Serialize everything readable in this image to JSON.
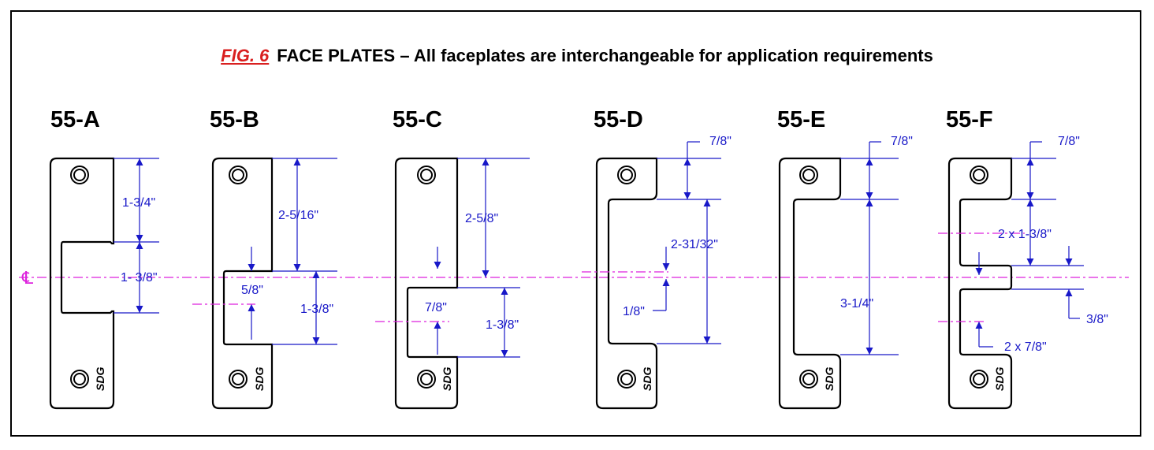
{
  "title": {
    "fig_ref": "FIG. 6",
    "text": "FACE PLATES – All faceplates are interchangeable for application requirements"
  },
  "centerline_symbol": "CL",
  "logo_text": "SDG",
  "plates": [
    {
      "label": "55-A",
      "dims": [
        "1-3/4\"",
        "1- 3/8\""
      ]
    },
    {
      "label": "55-B",
      "dims": [
        "2-5/16\"",
        "5/8\"",
        "1-3/8\""
      ]
    },
    {
      "label": "55-C",
      "dims": [
        "2-5/8\"",
        "7/8\"",
        "1-3/8\""
      ]
    },
    {
      "label": "55-D",
      "dims": [
        "7/8\"",
        "2-31/32\"",
        "1/8\""
      ]
    },
    {
      "label": "55-E",
      "dims": [
        "7/8\"",
        "3-1/4\""
      ]
    },
    {
      "label": "55-F",
      "dims": [
        "7/8\"",
        "2 x 1-3/8\"",
        "3/8\"",
        "2 x 7/8\""
      ]
    }
  ],
  "colors": {
    "dimension": "#1818c8",
    "centerline": "#dd22dd",
    "fig_ref": "#d92020",
    "outline": "#000000"
  }
}
